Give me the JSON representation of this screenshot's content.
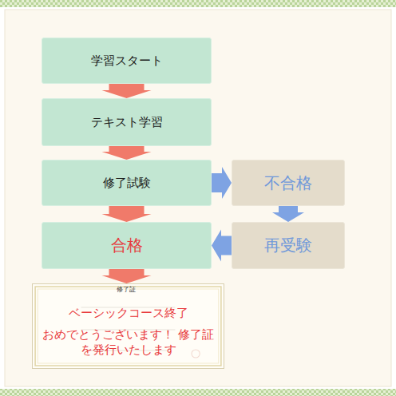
{
  "diagram": {
    "nodes": [
      {
        "text": [
          "学習スタート"
        ]
      },
      {
        "text": [
          "テキスト学習"
        ]
      },
      {
        "text": [
          "修了試験"
        ]
      },
      {
        "text": [
          "不合格"
        ]
      },
      {
        "text": [
          "再受験"
        ]
      },
      {
        "text": [
          "合格"
        ]
      },
      {
        "text": [
          "ベーシックコース終了",
          "おめでとうございます！ 修了証を発行いたします"
        ]
      }
    ],
    "edges": [
      {
        "from": 0,
        "to": 1,
        "arrow": "to"
      },
      {
        "from": 1,
        "to": 2,
        "arrow": "to"
      },
      {
        "from": 2,
        "to": 5,
        "arrow": "to"
      },
      {
        "from": 5,
        "to": 6,
        "arrow": "to"
      },
      {
        "from": 2,
        "to": 3,
        "arrow": "to"
      },
      {
        "from": 3,
        "to": 4,
        "arrow": "to"
      },
      {
        "from": 4,
        "to": 5,
        "arrow": "to"
      }
    ],
    "labels": [
      "修了証"
    ]
  }
}
